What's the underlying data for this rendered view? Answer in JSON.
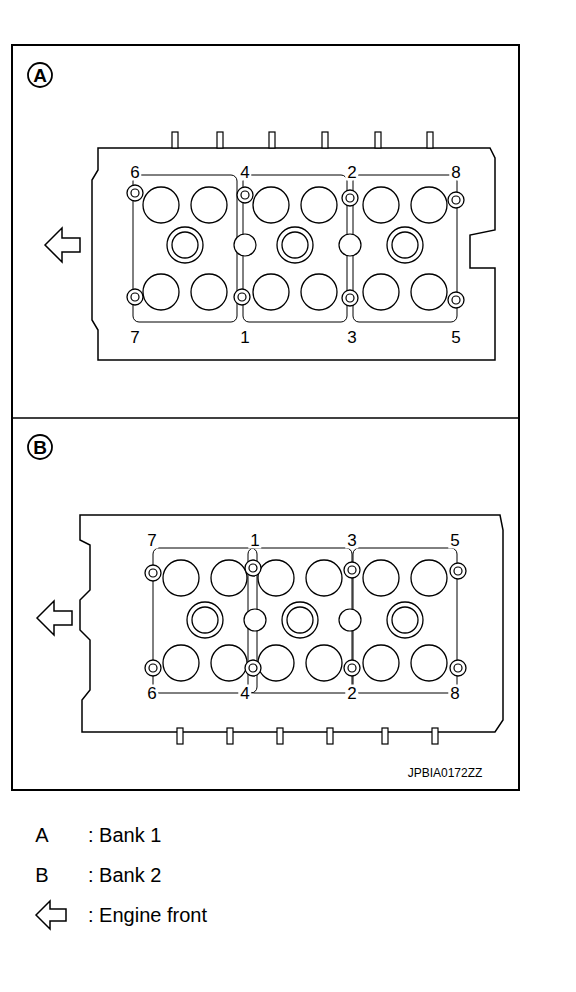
{
  "diagram": {
    "labels": [
      "A",
      "6",
      "4",
      "2",
      "8",
      "7",
      "1",
      "3",
      "5",
      "B",
      "7",
      "1",
      "3",
      "5",
      "6",
      "4",
      "2",
      "8",
      "JPBIA0172ZZ",
      "A",
      "B"
    ],
    "legend": [
      {
        "text": ": Bank 1"
      },
      {
        "text": ": Bank 2"
      },
      {
        "text": ": Engine front"
      }
    ]
  }
}
